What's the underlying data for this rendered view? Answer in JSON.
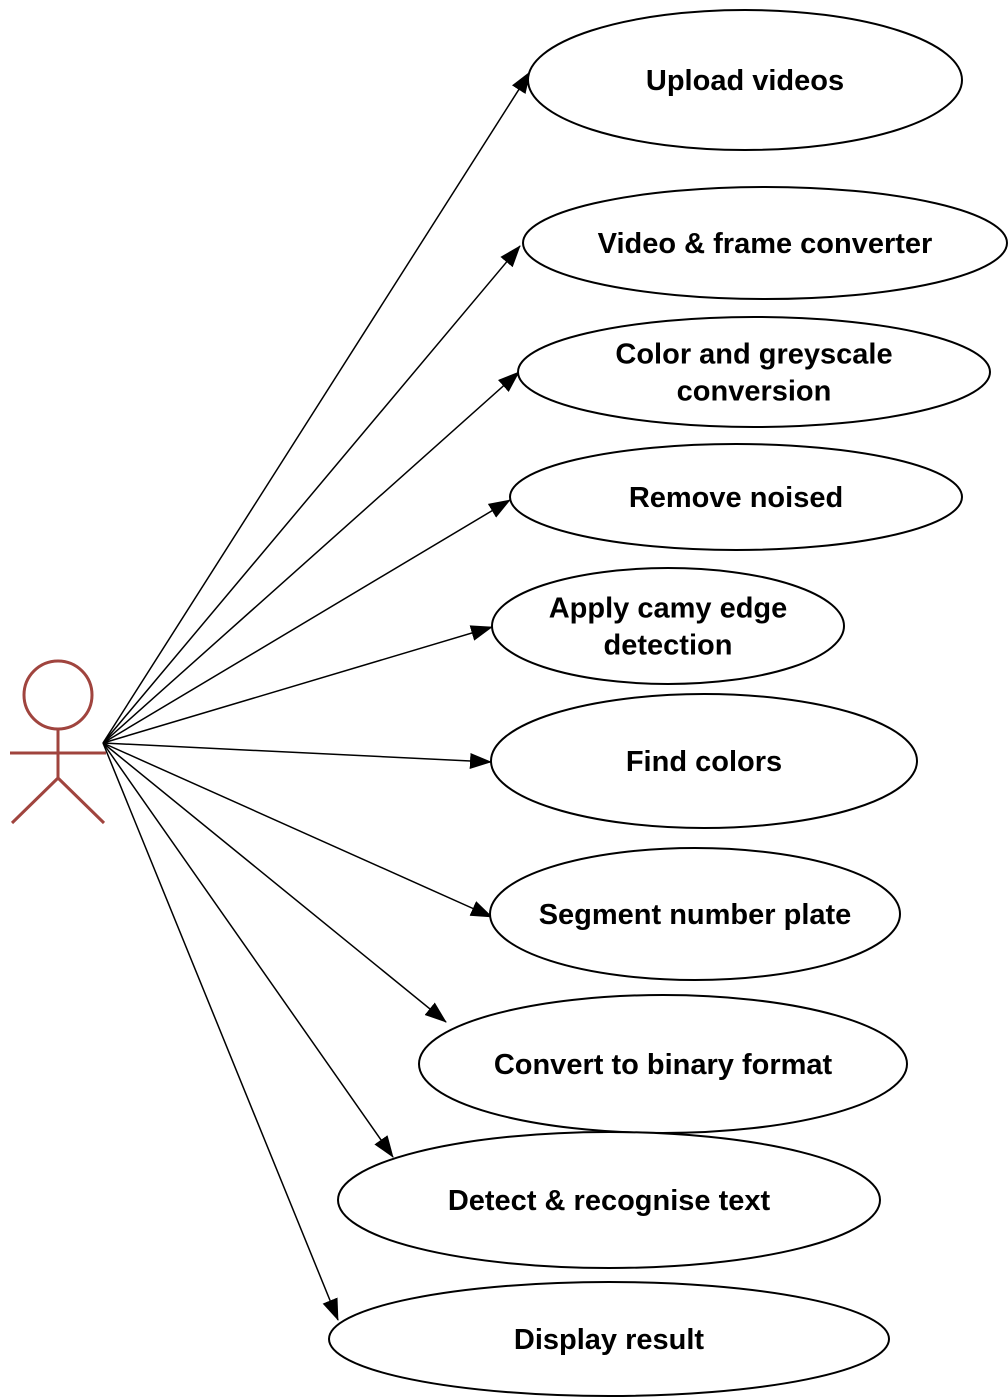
{
  "diagram": {
    "actor": {
      "label": "",
      "color": "#a0443e"
    },
    "use_cases": [
      {
        "id": "upload-videos",
        "lines": [
          "Upload videos"
        ]
      },
      {
        "id": "video-frame-converter",
        "lines": [
          "Video & frame converter"
        ]
      },
      {
        "id": "color-greyscale-conversion",
        "lines": [
          "Color and greyscale",
          "conversion"
        ]
      },
      {
        "id": "remove-noised",
        "lines": [
          "Remove noised"
        ]
      },
      {
        "id": "apply-camy-edge-detection",
        "lines": [
          "Apply camy edge",
          "detection"
        ]
      },
      {
        "id": "find-colors",
        "lines": [
          "Find colors"
        ]
      },
      {
        "id": "segment-number-plate",
        "lines": [
          "Segment number plate"
        ]
      },
      {
        "id": "convert-to-binary-format",
        "lines": [
          "Convert to binary format"
        ]
      },
      {
        "id": "detect-recognise-text",
        "lines": [
          "Detect & recognise text"
        ]
      },
      {
        "id": "display-result",
        "lines": [
          "Display result"
        ]
      }
    ],
    "associations": [
      {
        "from": "actor",
        "to": "upload-videos"
      },
      {
        "from": "actor",
        "to": "video-frame-converter"
      },
      {
        "from": "actor",
        "to": "color-greyscale-conversion"
      },
      {
        "from": "actor",
        "to": "remove-noised"
      },
      {
        "from": "actor",
        "to": "apply-camy-edge-detection"
      },
      {
        "from": "actor",
        "to": "find-colors"
      },
      {
        "from": "actor",
        "to": "segment-number-plate"
      },
      {
        "from": "actor",
        "to": "convert-to-binary-format"
      },
      {
        "from": "actor",
        "to": "detect-recognise-text"
      },
      {
        "from": "actor",
        "to": "display-result"
      }
    ]
  }
}
